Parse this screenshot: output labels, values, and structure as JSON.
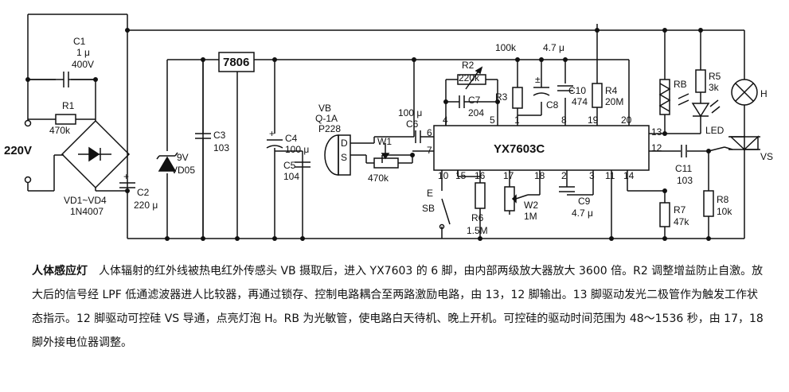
{
  "components": {
    "C1": {
      "ref": "C1",
      "value1": "1 μ",
      "value2": "400V"
    },
    "R1": {
      "ref": "R1",
      "value": "470k"
    },
    "mains": {
      "label": "220V"
    },
    "bridge": {
      "ref": "VD1~VD4",
      "part": "1N4007"
    },
    "C2": {
      "ref": "C2",
      "value": "220 μ"
    },
    "zener": {
      "value": "9V",
      "ref": "VD05"
    },
    "C3": {
      "ref": "C3",
      "value": "103"
    },
    "regulator": {
      "label": "7806"
    },
    "C4": {
      "ref": "C4",
      "value": "100 μ"
    },
    "C5": {
      "ref": "C5",
      "value": "104"
    },
    "sensor": {
      "ref": "VB",
      "model": "Q-1A",
      "part": "P228",
      "pin_d": "D",
      "pin_s": "S"
    },
    "C6": {
      "value": "100 μ",
      "ref": "C6"
    },
    "W1": {
      "ref": "W1",
      "value": "470k"
    },
    "R2": {
      "ref": "R2",
      "value": "220k"
    },
    "C7": {
      "ref": "C7",
      "value": "204"
    },
    "R3": {
      "ref": "R3",
      "value": "100k"
    },
    "C8": {
      "ref": "C8",
      "value": "4.7 μ"
    },
    "C10": {
      "ref": "C10",
      "value": "474"
    },
    "R4": {
      "ref": "R4",
      "value": "20M"
    },
    "RB": {
      "ref": "RB"
    },
    "R5": {
      "ref": "R5",
      "value": "3k"
    },
    "LED": {
      "ref": "LED"
    },
    "lamp": {
      "ref": "H"
    },
    "ic": {
      "label": "YX7603C"
    },
    "pins": {
      "p4": "4",
      "p5": "5",
      "p6": "6",
      "p7": "7",
      "p8": "8",
      "p19": "19",
      "p20": "20",
      "p13": "13",
      "p12": "12",
      "p10": "10",
      "p15": "15",
      "p16": "16",
      "p17": "17",
      "p18": "18",
      "p2": "2",
      "p3": "3",
      "p11": "11",
      "p14": "14",
      "p1": "1"
    },
    "C11": {
      "ref": "C11",
      "value": "103"
    },
    "triac": {
      "ref": "VS"
    },
    "switch": {
      "pin": "E",
      "ref": "SB"
    },
    "R6": {
      "ref": "R6",
      "value": "1.5M"
    },
    "W2": {
      "ref": "W2",
      "value": "1M"
    },
    "C9": {
      "ref": "C9",
      "value": "4.7 μ"
    },
    "R7": {
      "ref": "R7",
      "value": "47k"
    },
    "R8": {
      "ref": "R8",
      "value": "10k"
    }
  },
  "caption": {
    "title": "人体感应灯",
    "body": "人体辐射的红外线被热电红外传感头 VB 摄取后，进入 YX7603 的 6 脚，由内部两级放大器放大 3600 倍。R2 调整增益防止自激。放大后的信号经 LPF 低通滤波器进人比较器，再通过锁存、控制电路耦合至两路激励电路，由 13，12 脚输出。13 脚驱动发光二极管作为触发工作状态指示。12 脚驱动可控硅 VS 导通，点亮灯泡 H。RB 为光敏管，使电路白天待机、晚上开机。可控硅的驱动时间范围为 48～1536 秒，由 17，18 脚外接电位器调整。"
  }
}
